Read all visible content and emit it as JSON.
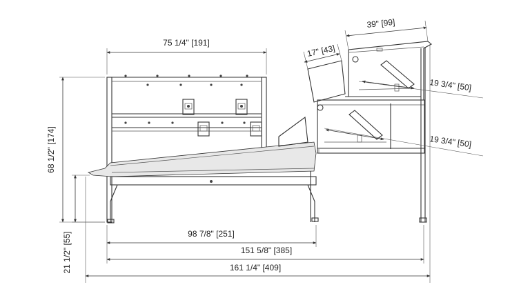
{
  "dimensions": {
    "overall_width_top": "75 1/4\" [191]",
    "hatch_length": "17\" [43]",
    "upper_deck_width": "39\" [99]",
    "upper_tilt": "19 3/4\" [50]",
    "lower_tilt": "19 3/4\" [50]",
    "total_height": "68 1/2\" [174]",
    "bed_height": "21 1/2\" [55]",
    "lower_length_1": "98 7/8\" [251]",
    "lower_length_2": "151 5/8\" [385]",
    "lower_length_3": "161 1/4\" [409]"
  }
}
